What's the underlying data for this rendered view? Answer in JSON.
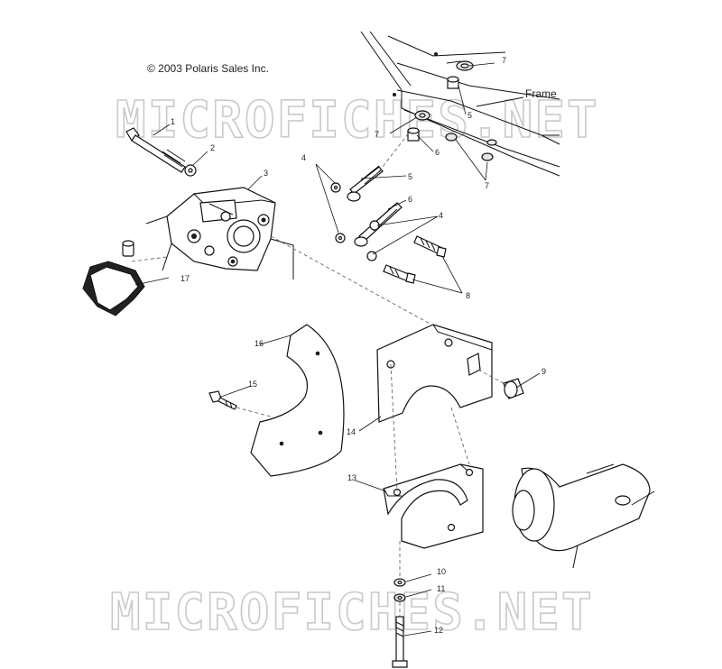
{
  "copyright": "© 2003 Polaris Sales Inc.",
  "watermark": "MICROFICHES.NET",
  "frame_label": "Frame",
  "callouts": {
    "c1": "1",
    "c2": "2",
    "c3": "3",
    "c4a": "4",
    "c4b": "4",
    "c5a": "5",
    "c5b": "5",
    "c6a": "6",
    "c6b": "6",
    "c7a": "7",
    "c7b": "7",
    "c7c": "7",
    "c8": "8",
    "c9": "9",
    "c10": "10",
    "c11": "11",
    "c12": "12",
    "c13": "13",
    "c14": "14",
    "c15": "15",
    "c16": "16",
    "c17": "17"
  }
}
